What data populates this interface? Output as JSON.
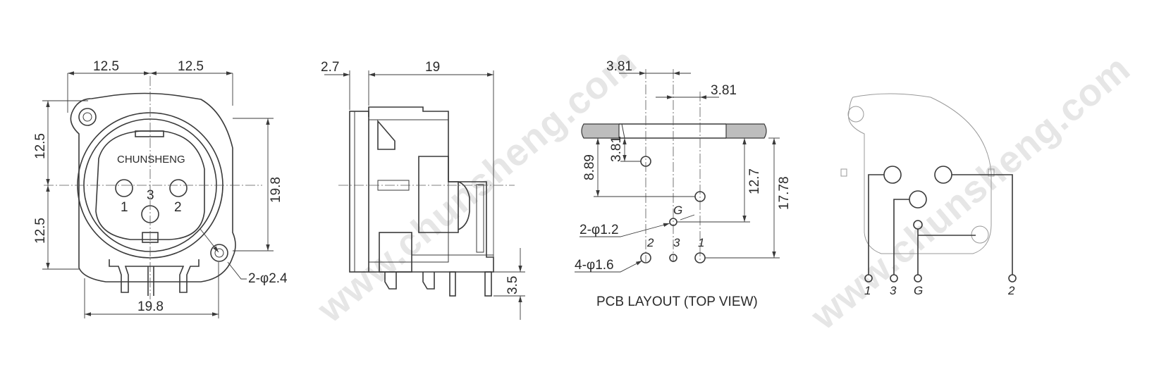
{
  "watermark": "www.chunsheng.com",
  "front_view": {
    "brand_label": "CHUNSHENG",
    "dims": {
      "top_left": "12.5",
      "top_right": "12.5",
      "left_upper": "12.5",
      "left_lower": "12.5",
      "right_height": "19.8",
      "bottom_width": "19.8",
      "hole_callout": "2-φ2.4"
    },
    "pins": [
      "1",
      "3",
      "2"
    ]
  },
  "side_view": {
    "dims": {
      "flange": "2.7",
      "depth": "19",
      "pin_length": "3.5"
    }
  },
  "pcb_layout": {
    "caption": "PCB LAYOUT (TOP VIEW)",
    "dims": {
      "top_spacing": "3.81",
      "right_spacing": "3.81",
      "vertical_small": "3.81",
      "left_height": "8.89",
      "mid_height": "12.7",
      "right_height": "17.78"
    },
    "callouts": {
      "small_holes": "2-φ1.2",
      "large_holes": "4-φ1.6"
    },
    "pin_labels": {
      "g": "G",
      "p2": "2",
      "p3": "3",
      "p1": "1"
    }
  },
  "wiring_view": {
    "pin_labels": [
      "1",
      "3",
      "G",
      "2"
    ]
  }
}
